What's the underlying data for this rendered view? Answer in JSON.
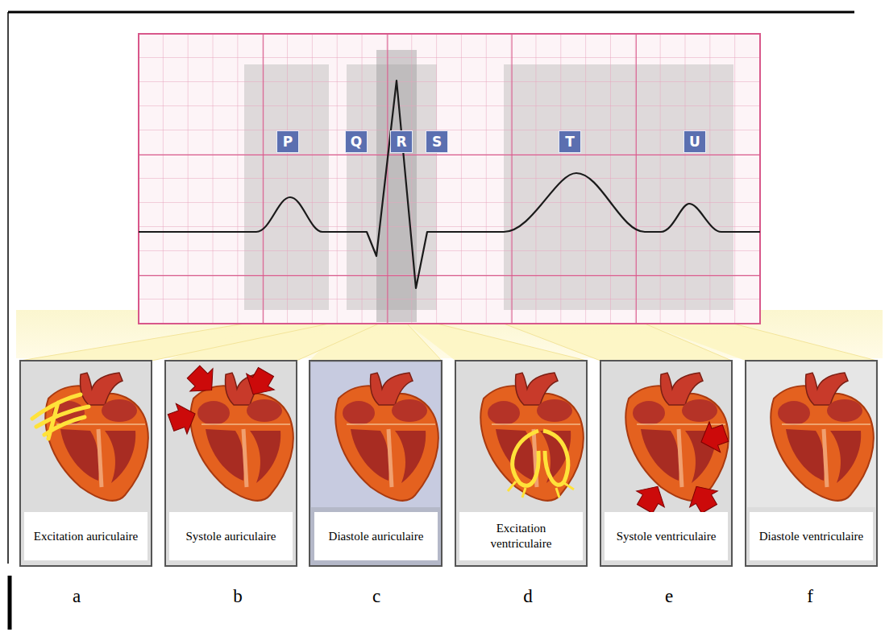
{
  "diagram": {
    "nodes": [
      {
        "text": [
          "P"
        ]
      },
      {
        "text": [
          "Q"
        ]
      },
      {
        "text": [
          "R"
        ]
      },
      {
        "text": [
          "S"
        ]
      },
      {
        "text": [
          "T"
        ]
      },
      {
        "text": [
          "U"
        ]
      },
      {
        "text": [
          "Excitation auriculaire"
        ]
      },
      {
        "text": [
          "Systole auriculaire"
        ]
      },
      {
        "text": [
          "Diastole auriculaire"
        ]
      },
      {
        "text": [
          "Excitation ventriculaire"
        ]
      },
      {
        "text": [
          "Systole ventriculaire"
        ]
      },
      {
        "text": [
          "Diastole ventriculaire"
        ]
      }
    ],
    "labels": [
      "a",
      "b",
      "c",
      "d",
      "e",
      "f"
    ]
  }
}
